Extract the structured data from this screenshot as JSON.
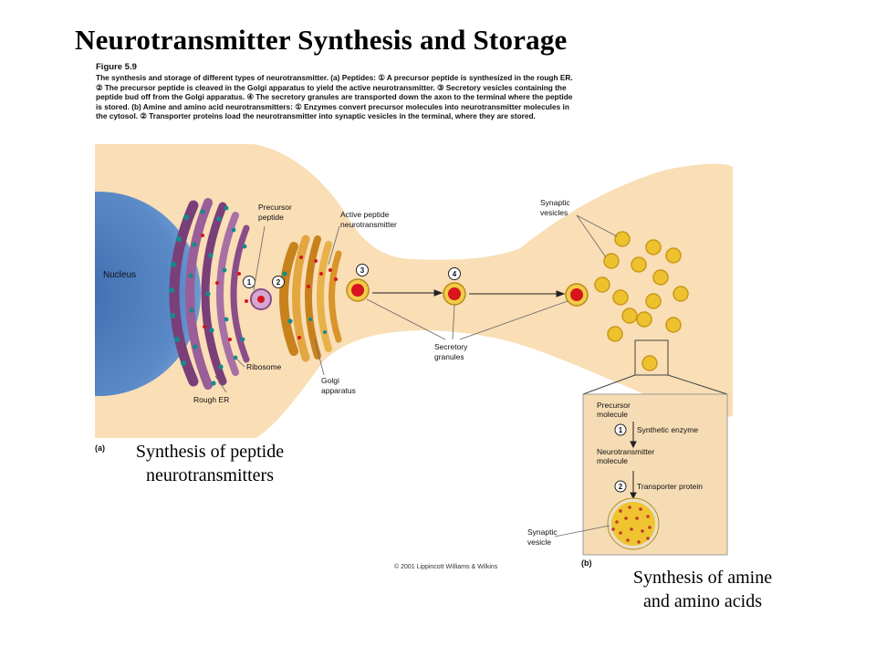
{
  "title": "Neurotransmitter Synthesis and Storage",
  "figure_label": "Figure 5.9",
  "caption_lines": [
    "The synthesis and storage of different types of neurotransmitter. (a) Peptides: ① A precursor peptide is synthesized in the rough ER.",
    "② The precursor peptide is cleaved in the Golgi apparatus to yield the active neurotransmitter. ③ Secretory vesicles containing the",
    "peptide bud off from the Golgi apparatus. ④ The secretory granules are transported down the axon to the terminal where the peptide",
    "is stored. (b) Amine and amino acid neurotransmitters: ① Enzymes convert precursor molecules into neurotransmitter molecules in",
    "the cytosol. ② Transporter proteins load the neurotransmitter into synaptic vesicles in the terminal, where they are stored."
  ],
  "labels": {
    "nucleus": "Nucleus",
    "precursor_peptide": [
      "Precursor",
      "peptide"
    ],
    "active_peptide": [
      "Active peptide",
      "neurotransmitter"
    ],
    "synaptic_vesicles": [
      "Synaptic",
      "vesicles"
    ],
    "ribosome": "Ribosome",
    "rough_er": "Rough ER",
    "golgi": [
      "Golgi",
      "apparatus"
    ],
    "secretory_granules": [
      "Secretory",
      "granules"
    ]
  },
  "steps": [
    "1",
    "2",
    "3",
    "4"
  ],
  "inset": {
    "precursor_molecule": [
      "Precursor",
      "molecule"
    ],
    "synthetic_enzyme": "Synthetic enzyme",
    "neurotransmitter_molecule": [
      "Neurotransmitter",
      "molecule"
    ],
    "transporter_protein": "Transporter protein",
    "synaptic_vesicle": [
      "Synaptic",
      "vesicle"
    ],
    "step1": "1",
    "step2": "2"
  },
  "panel_a": "(a)",
  "panel_b": "(b)",
  "subtitle_a": [
    "Synthesis of peptide",
    "neurotransmitters"
  ],
  "subtitle_b": [
    "Synthesis of amine",
    "and amino acids"
  ],
  "copyright": "© 2001 Lippincott Williams & Wilkins",
  "colors": {
    "cytoplasm": "#f9deb6",
    "nucleus": "#4f7fc0",
    "rough_er": "#8b4d88",
    "ribosome": "#138b8b",
    "golgi": "#d9952a",
    "granule": "#e8b820",
    "peptide": "#d8141e",
    "inset_bg": "#f6dcb4"
  }
}
